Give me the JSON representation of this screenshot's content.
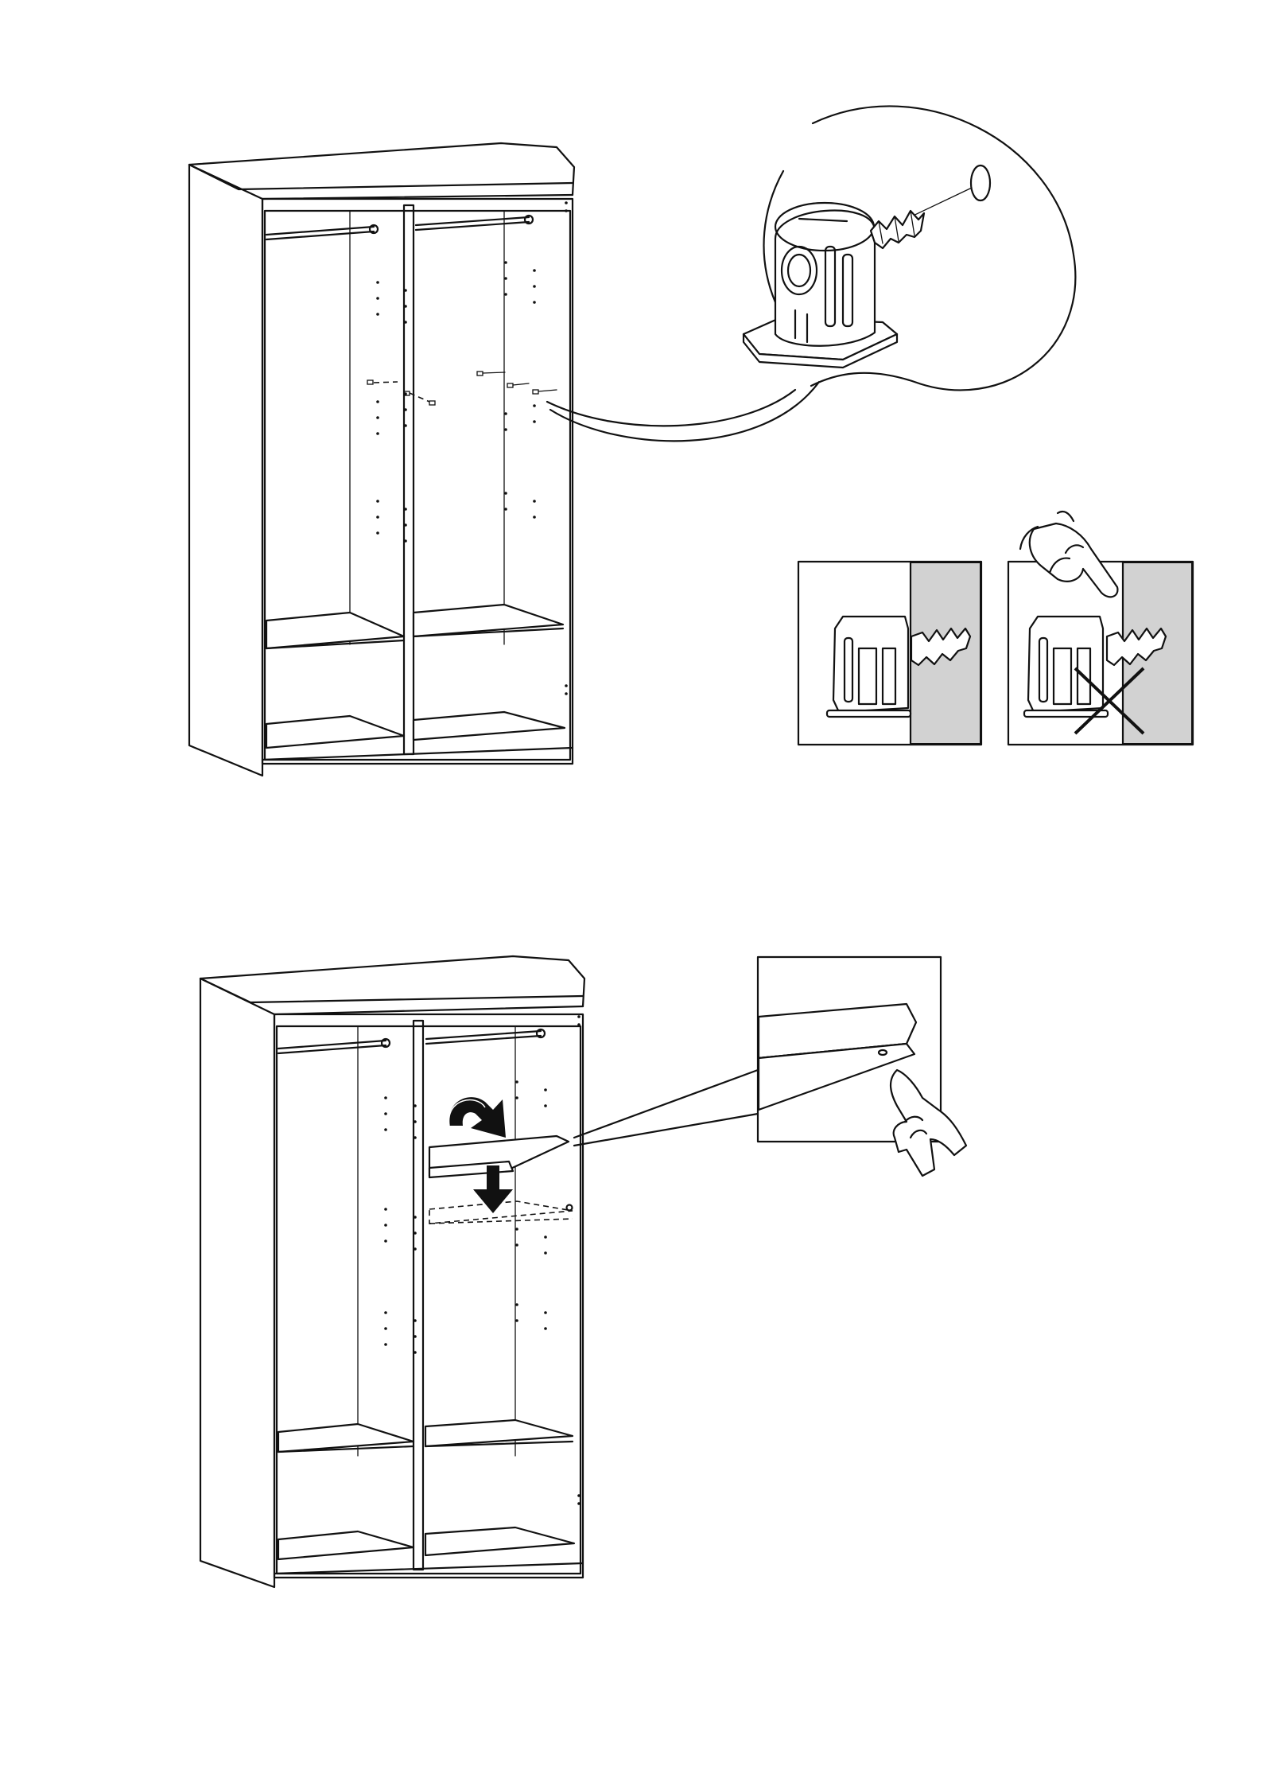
{
  "colors": {
    "line": "#111111",
    "wall": "#d2d2d2",
    "background": "#ffffff"
  },
  "steps": [
    {
      "id": "step-insert-shelf-support",
      "parts": [
        "wardrobe",
        "magnifier-shelf-support",
        "correct-insertion",
        "incorrect-insertion"
      ],
      "icons": [
        "shelf-support-pin-icon",
        "pressing-hand-icon",
        "cross-mark-icon"
      ]
    },
    {
      "id": "step-place-shelf",
      "parts": [
        "wardrobe",
        "shelf-with-rotate-and-down-arrows",
        "detail-finger-press"
      ],
      "icons": [
        "curved-arrow-icon",
        "down-arrow-icon",
        "pointing-hand-icon"
      ]
    }
  ]
}
